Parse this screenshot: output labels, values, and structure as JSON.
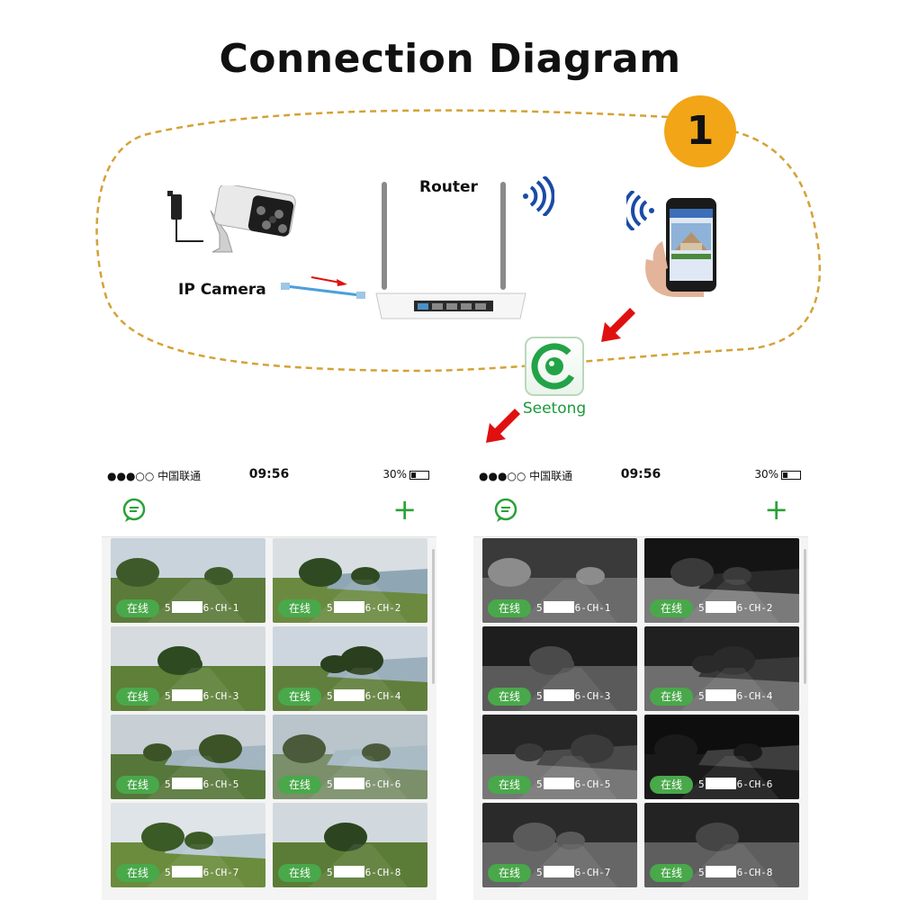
{
  "title": "Connection Diagram",
  "step_badge": "1",
  "labels": {
    "router": "Router",
    "camera": "IP Camera",
    "app": "Seetong"
  },
  "colors": {
    "accent_green": "#2aa236",
    "badge_orange": "#f2a516",
    "dashed_loop": "#d4a236",
    "arrow_red": "#e01010"
  },
  "phones": [
    {
      "mode": "day",
      "status": {
        "carrier": "●●●○○ 中国联通",
        "time": "09:56",
        "battery": "30%"
      },
      "online_label": "在线",
      "tiles": [
        {
          "prefix": "5",
          "suffix": "6-CH-1"
        },
        {
          "prefix": "5",
          "suffix": "6-CH-2"
        },
        {
          "prefix": "5",
          "suffix": "6-CH-3"
        },
        {
          "prefix": "5",
          "suffix": "6-CH-4"
        },
        {
          "prefix": "5",
          "suffix": "6-CH-5"
        },
        {
          "prefix": "5",
          "suffix": "6-CH-6"
        },
        {
          "prefix": "5",
          "suffix": "6-CH-7"
        },
        {
          "prefix": "5",
          "suffix": "6-CH-8"
        }
      ]
    },
    {
      "mode": "night",
      "status": {
        "carrier": "●●●○○ 中国联通",
        "time": "09:56",
        "battery": "30%"
      },
      "online_label": "在线",
      "tiles": [
        {
          "prefix": "5",
          "suffix": "6-CH-1"
        },
        {
          "prefix": "5",
          "suffix": "6-CH-2"
        },
        {
          "prefix": "5",
          "suffix": "6-CH-3"
        },
        {
          "prefix": "5",
          "suffix": "6-CH-4"
        },
        {
          "prefix": "5",
          "suffix": "6-CH-5"
        },
        {
          "prefix": "5",
          "suffix": "6-CH-6"
        },
        {
          "prefix": "5",
          "suffix": "6-CH-7"
        },
        {
          "prefix": "5",
          "suffix": "6-CH-8"
        }
      ]
    }
  ]
}
